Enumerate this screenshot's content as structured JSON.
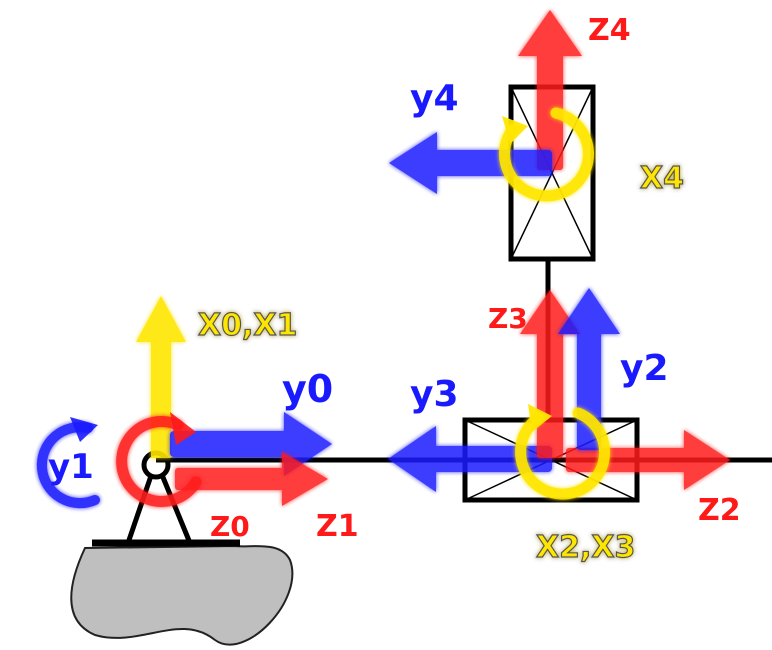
{
  "labels": {
    "x0x1": "X0,X1",
    "y0": "y0",
    "y1": "y1",
    "z0": "Z0",
    "z1": "Z1",
    "y2": "y2",
    "y3": "y3",
    "z2": "Z2",
    "z3": "Z3",
    "x2x3": "X2,X3",
    "y4": "y4",
    "z4": "Z4",
    "x4": "X4"
  },
  "colors": {
    "x_axis": "#ffe600",
    "y_axis": "#1a1aff",
    "z_axis": "#ff1a1a",
    "link": "#000000",
    "base": "#bfbfbf"
  },
  "icons": {
    "arrow": "thick-arrow",
    "rotation": "circular-arrow",
    "joint": "prismatic-box"
  }
}
